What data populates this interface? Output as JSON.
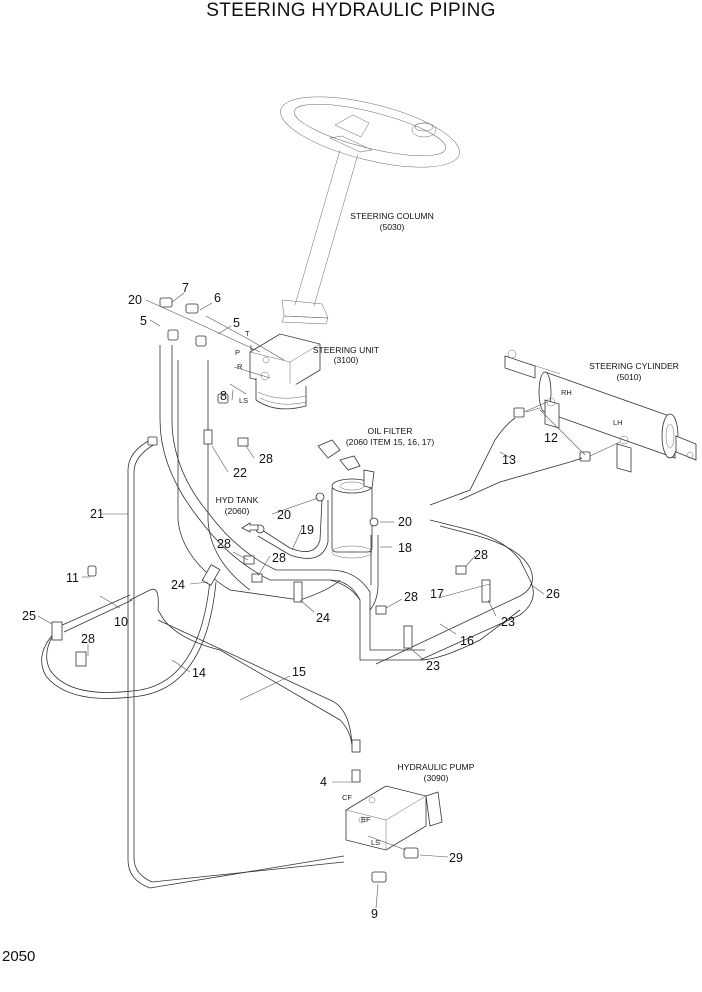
{
  "title": "STEERING HYDRAULIC PIPING",
  "page_number": "2050",
  "components": [
    {
      "id": "steering-column",
      "name": "STEERING COLUMN",
      "code": "(5030)"
    },
    {
      "id": "steering-unit",
      "name": "STEERING UNIT",
      "code": "(3100)"
    },
    {
      "id": "steering-cylinder",
      "name": "STEERING CYLINDER",
      "code": "(5010)"
    },
    {
      "id": "oil-filter",
      "name": "OIL FILTER",
      "code": "(2060 ITEM 15, 16, 17)"
    },
    {
      "id": "hyd-tank",
      "name": "HYD TANK",
      "code": "(2060)"
    },
    {
      "id": "hydraulic-pump",
      "name": "HYDRAULIC PUMP",
      "code": "(3090)"
    }
  ],
  "port_labels": {
    "steering_unit": [
      "T",
      "L",
      "P",
      "R",
      "LS"
    ],
    "cylinder": [
      "RH",
      "LH"
    ],
    "pump": [
      "CF",
      "EF",
      "LS"
    ]
  },
  "callouts": [
    {
      "num": "7"
    },
    {
      "num": "20"
    },
    {
      "num": "6"
    },
    {
      "num": "5"
    },
    {
      "num": "5"
    },
    {
      "num": "8"
    },
    {
      "num": "28"
    },
    {
      "num": "22"
    },
    {
      "num": "21"
    },
    {
      "num": "12"
    },
    {
      "num": "13"
    },
    {
      "num": "20"
    },
    {
      "num": "19"
    },
    {
      "num": "20"
    },
    {
      "num": "18"
    },
    {
      "num": "28"
    },
    {
      "num": "28"
    },
    {
      "num": "24"
    },
    {
      "num": "24"
    },
    {
      "num": "11"
    },
    {
      "num": "10"
    },
    {
      "num": "25"
    },
    {
      "num": "28"
    },
    {
      "num": "14"
    },
    {
      "num": "15"
    },
    {
      "num": "28"
    },
    {
      "num": "26"
    },
    {
      "num": "28"
    },
    {
      "num": "17"
    },
    {
      "num": "23"
    },
    {
      "num": "16"
    },
    {
      "num": "23"
    },
    {
      "num": "4"
    },
    {
      "num": "29"
    },
    {
      "num": "9"
    }
  ]
}
